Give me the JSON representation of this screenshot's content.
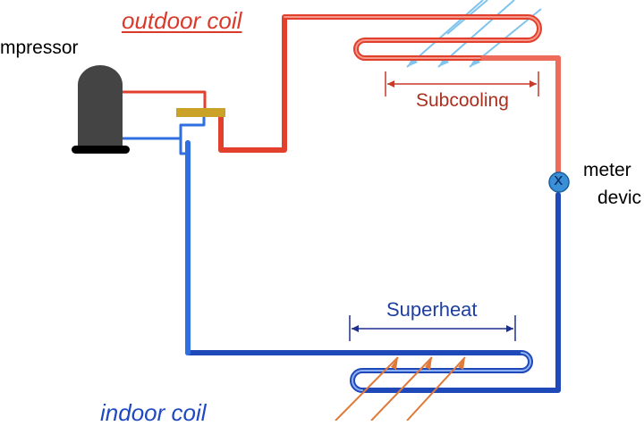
{
  "labels": {
    "outdoor_coil": "outdoor coil",
    "compressor": "mpressor",
    "subcooling": "Subcooling",
    "metering_line1": "meter",
    "metering_line2": "devic",
    "metering_symbol": "x",
    "superheat": "Superheat",
    "indoor_coil": "indoor coil"
  },
  "colors": {
    "hot_line": "#e2402c",
    "hot_line_light": "#ee6a5a",
    "cold_line": "#2f6fe0",
    "cold_line_dark": "#1f48b8",
    "outdoor_label": "#d93a2c",
    "indoor_label": "#1f49c0",
    "subcooling_bracket": "#c8392a",
    "subcooling_text": "#a8301f",
    "superheat_bracket": "#1f2f8f",
    "superheat_text": "#1f3f9f",
    "compressor_body": "#444444",
    "header_bar": "#c9a227",
    "metering_valve": "#3a8fd6",
    "air_in_outdoor": "#7fc4ee",
    "air_in_indoor": "#e07a3a"
  },
  "icons": {
    "compressor": "compressor-icon",
    "metering": "metering-valve-icon"
  }
}
